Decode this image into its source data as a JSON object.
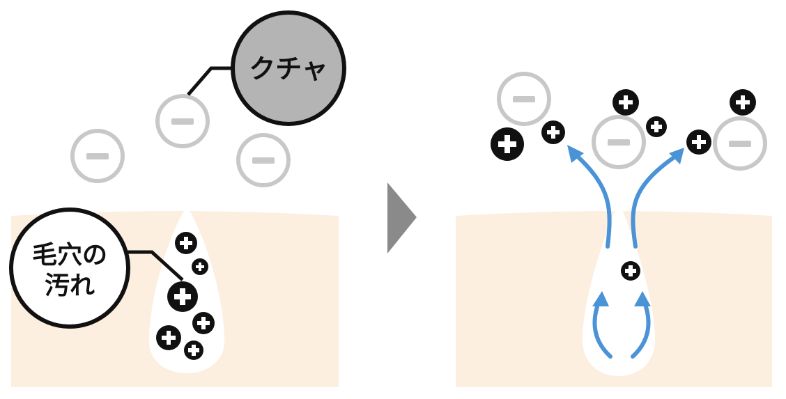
{
  "labels": {
    "kucha": "クチャ",
    "pore_line1": "毛穴の",
    "pore_line2": "汚れ"
  },
  "symbols": {
    "plus": "+",
    "minus": "−"
  },
  "colors": {
    "skin": "#fcefe0",
    "pore": "#ffffff",
    "negative_ion": "#c8c8c8",
    "positive_ion": "#111111",
    "kucha_fill": "#b4b4b4",
    "flow_arrow": "#4a93d6",
    "step_arrow": "#8a8a8a",
    "outline": "#111111"
  },
  "icons": {
    "negative": "minus-circle-icon",
    "positive": "plus-blob-icon",
    "step": "triangle-right-icon",
    "flow": "curved-arrow-icon"
  }
}
